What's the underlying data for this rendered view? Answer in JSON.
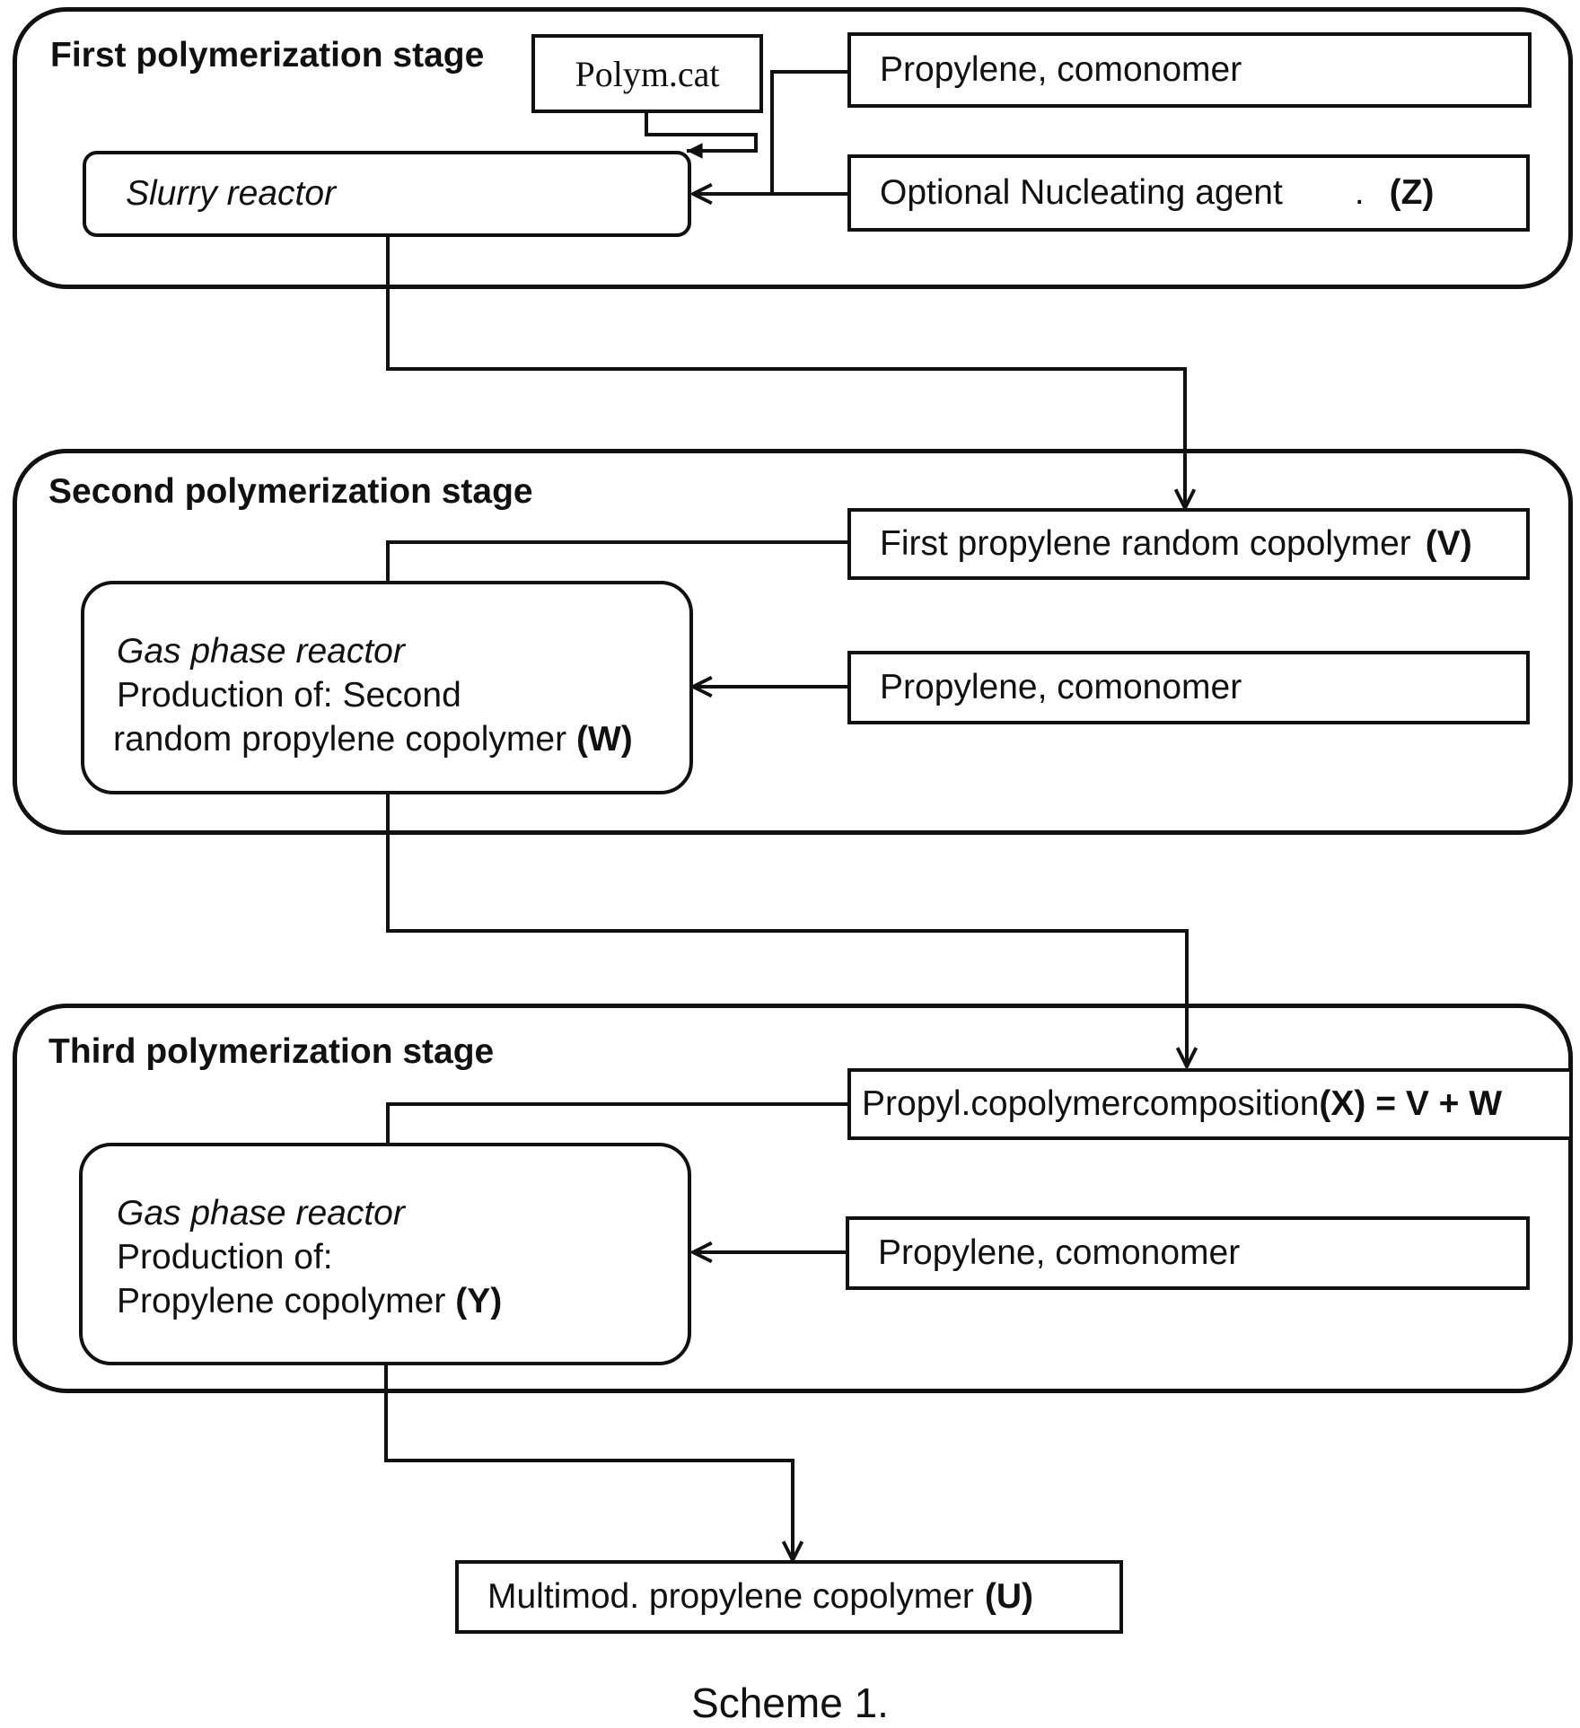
{
  "stages": {
    "first": {
      "title": "First polymerization stage",
      "catalyst": "Polym.cat",
      "feed": "Propylene, comonomer",
      "nucleating": {
        "text": "Optional Nucleating agent",
        "dot": ".",
        "tag": "(Z)"
      },
      "reactor": "Slurry reactor"
    },
    "second": {
      "title": "Second polymerization stage",
      "input": {
        "text": "First propylene random copolymer",
        "tag": "(V)"
      },
      "feed": "Propylene, comonomer",
      "reactor": {
        "line1": "Gas phase reactor",
        "line2": "Production of: Second",
        "line3": "random propylene copolymer",
        "tag": "(W)"
      }
    },
    "third": {
      "title": "Third polymerization stage",
      "input": {
        "text": "Propyl.copolymercomposition",
        "tag": "(X) = V + W"
      },
      "feed": "Propylene, comonomer",
      "reactor": {
        "line1": "Gas phase reactor",
        "line2": "Production of:",
        "line3": "Propylene copolymer",
        "tag": "(Y)"
      }
    }
  },
  "output": {
    "text": "Multimod. propylene copolymer",
    "tag": "(U)"
  },
  "caption": "Scheme 1."
}
